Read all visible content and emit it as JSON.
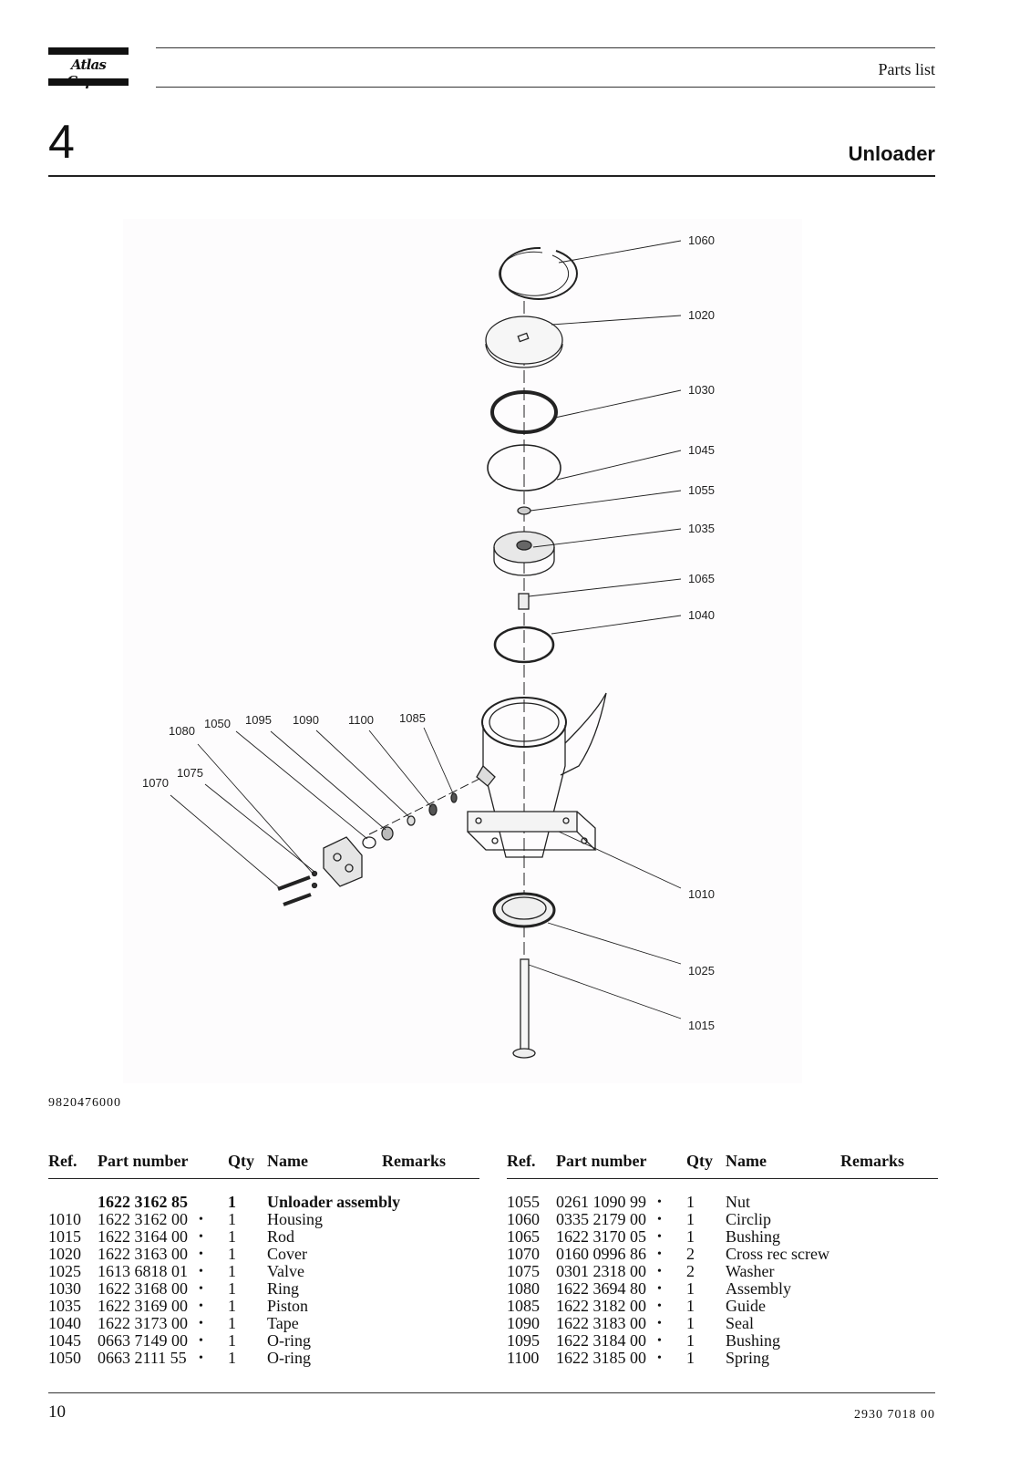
{
  "header": {
    "logo_text": "Atlas Copco",
    "label": "Parts list"
  },
  "section": {
    "number": "4",
    "title": "Unloader"
  },
  "figure": {
    "code": "9820476000",
    "callouts": [
      "1060",
      "1020",
      "1030",
      "1045",
      "1055",
      "1035",
      "1065",
      "1040",
      "1010",
      "1025",
      "1015",
      "1080",
      "1050",
      "1095",
      "1090",
      "1100",
      "1085",
      "1075",
      "1070"
    ]
  },
  "table": {
    "headers": {
      "ref": "Ref.",
      "part": "Part number",
      "qty": "Qty",
      "name": "Name",
      "remarks": "Remarks"
    },
    "left_rows": [
      {
        "ref": "",
        "part": "1622 3162 85",
        "dot": "",
        "qty": "1",
        "name": "Unloader assembly",
        "bold": true
      },
      {
        "ref": "1010",
        "part": "1622 3162 00",
        "dot": "•",
        "qty": "1",
        "name": "Housing"
      },
      {
        "ref": "1015",
        "part": "1622 3164 00",
        "dot": "•",
        "qty": "1",
        "name": "Rod"
      },
      {
        "ref": "1020",
        "part": "1622 3163 00",
        "dot": "•",
        "qty": "1",
        "name": "Cover"
      },
      {
        "ref": "1025",
        "part": "1613 6818 01",
        "dot": "•",
        "qty": "1",
        "name": "Valve"
      },
      {
        "ref": "1030",
        "part": "1622 3168 00",
        "dot": "•",
        "qty": "1",
        "name": "Ring"
      },
      {
        "ref": "1035",
        "part": "1622 3169 00",
        "dot": "•",
        "qty": "1",
        "name": "Piston"
      },
      {
        "ref": "1040",
        "part": "1622 3173 00",
        "dot": "•",
        "qty": "1",
        "name": "Tape"
      },
      {
        "ref": "1045",
        "part": "0663 7149 00",
        "dot": "•",
        "qty": "1",
        "name": "O-ring"
      },
      {
        "ref": "1050",
        "part": "0663 2111 55",
        "dot": "•",
        "qty": "1",
        "name": "O-ring"
      }
    ],
    "right_rows": [
      {
        "ref": "1055",
        "part": "0261 1090 99",
        "dot": "•",
        "qty": "1",
        "name": "Nut"
      },
      {
        "ref": "1060",
        "part": "0335 2179 00",
        "dot": "•",
        "qty": "1",
        "name": "Circlip"
      },
      {
        "ref": "1065",
        "part": "1622 3170 05",
        "dot": "•",
        "qty": "1",
        "name": "Bushing"
      },
      {
        "ref": "1070",
        "part": "0160 0996 86",
        "dot": "•",
        "qty": "2",
        "name": "Cross rec screw"
      },
      {
        "ref": "1075",
        "part": "0301 2318 00",
        "dot": "•",
        "qty": "2",
        "name": "Washer"
      },
      {
        "ref": "1080",
        "part": "1622 3694 80",
        "dot": "•",
        "qty": "1",
        "name": "Assembly"
      },
      {
        "ref": "1085",
        "part": "1622 3182 00",
        "dot": "•",
        "qty": "1",
        "name": "Guide"
      },
      {
        "ref": "1090",
        "part": "1622 3183 00",
        "dot": "•",
        "qty": "1",
        "name": "Seal"
      },
      {
        "ref": "1095",
        "part": "1622 3184 00",
        "dot": "•",
        "qty": "1",
        "name": "Bushing"
      },
      {
        "ref": "1100",
        "part": "1622 3185 00",
        "dot": "•",
        "qty": "1",
        "name": "Spring"
      }
    ]
  },
  "footer": {
    "page_number": "10",
    "doc_number": "2930 7018 00"
  }
}
